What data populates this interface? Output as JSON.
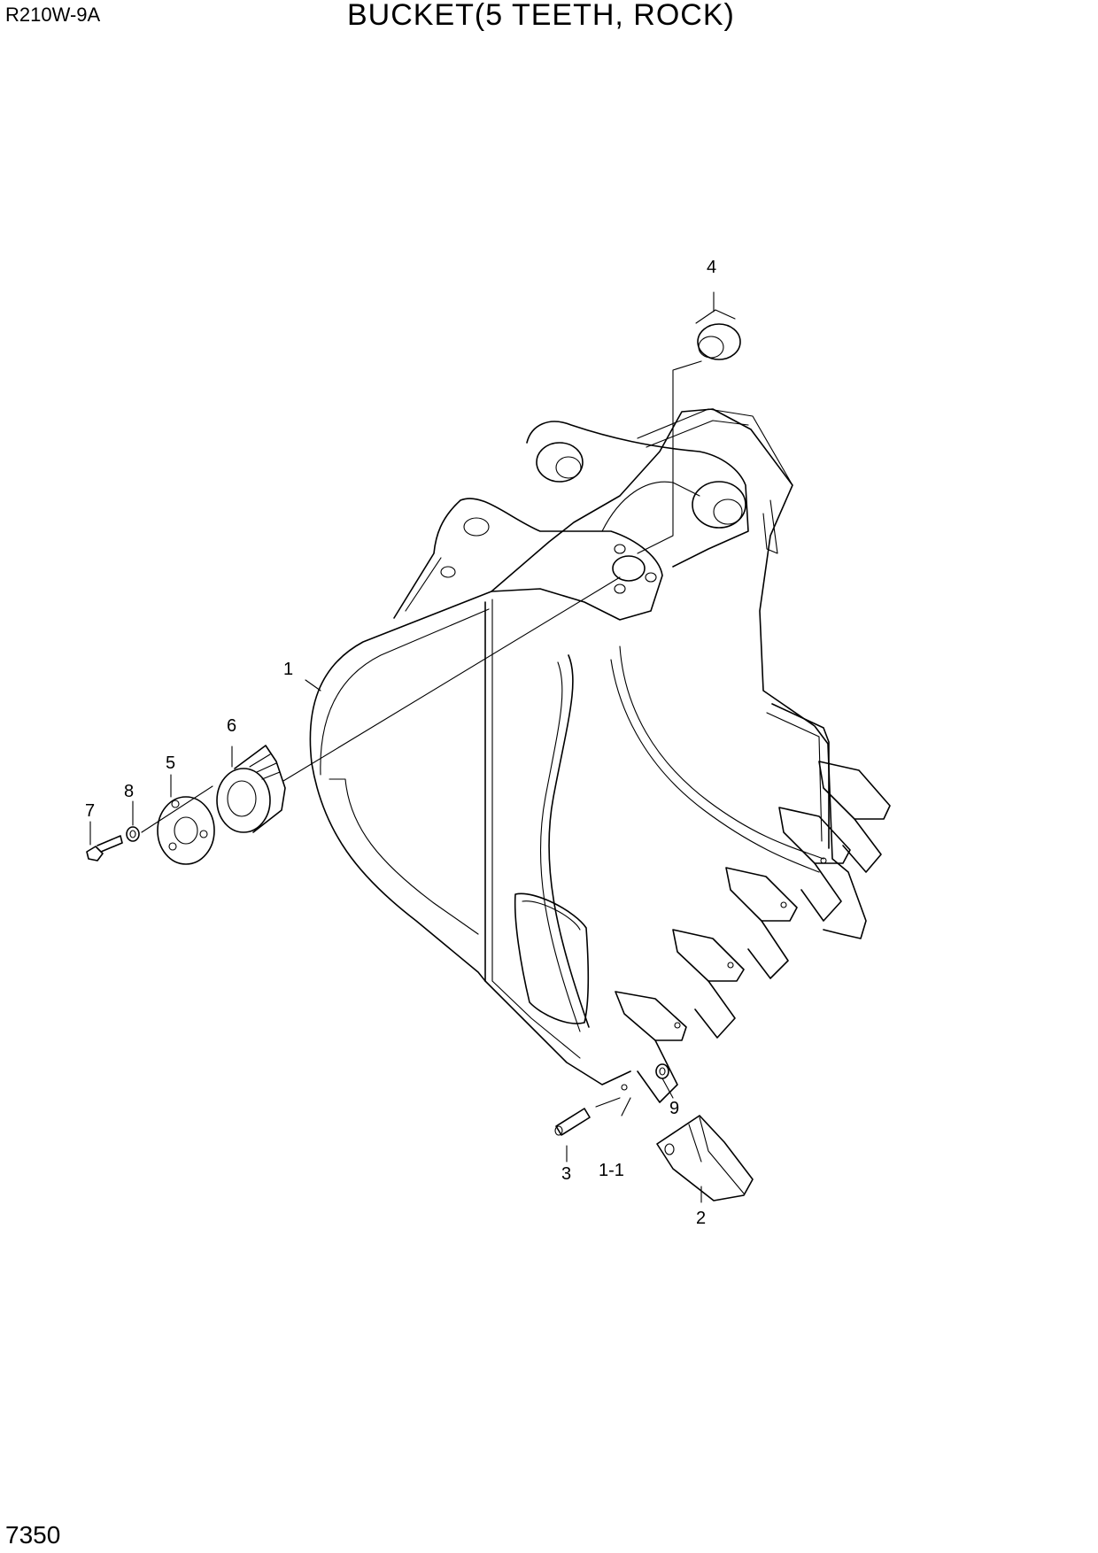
{
  "header": {
    "model": "R210W-9A",
    "title": "BUCKET(5 TEETH, ROCK)"
  },
  "footer": {
    "page_number": "7350"
  },
  "callouts": {
    "c1": "1",
    "c1_1": "1-1",
    "c2": "2",
    "c3": "3",
    "c4": "4",
    "c5": "5",
    "c6": "6",
    "c7": "7",
    "c8": "8",
    "c9": "9"
  }
}
